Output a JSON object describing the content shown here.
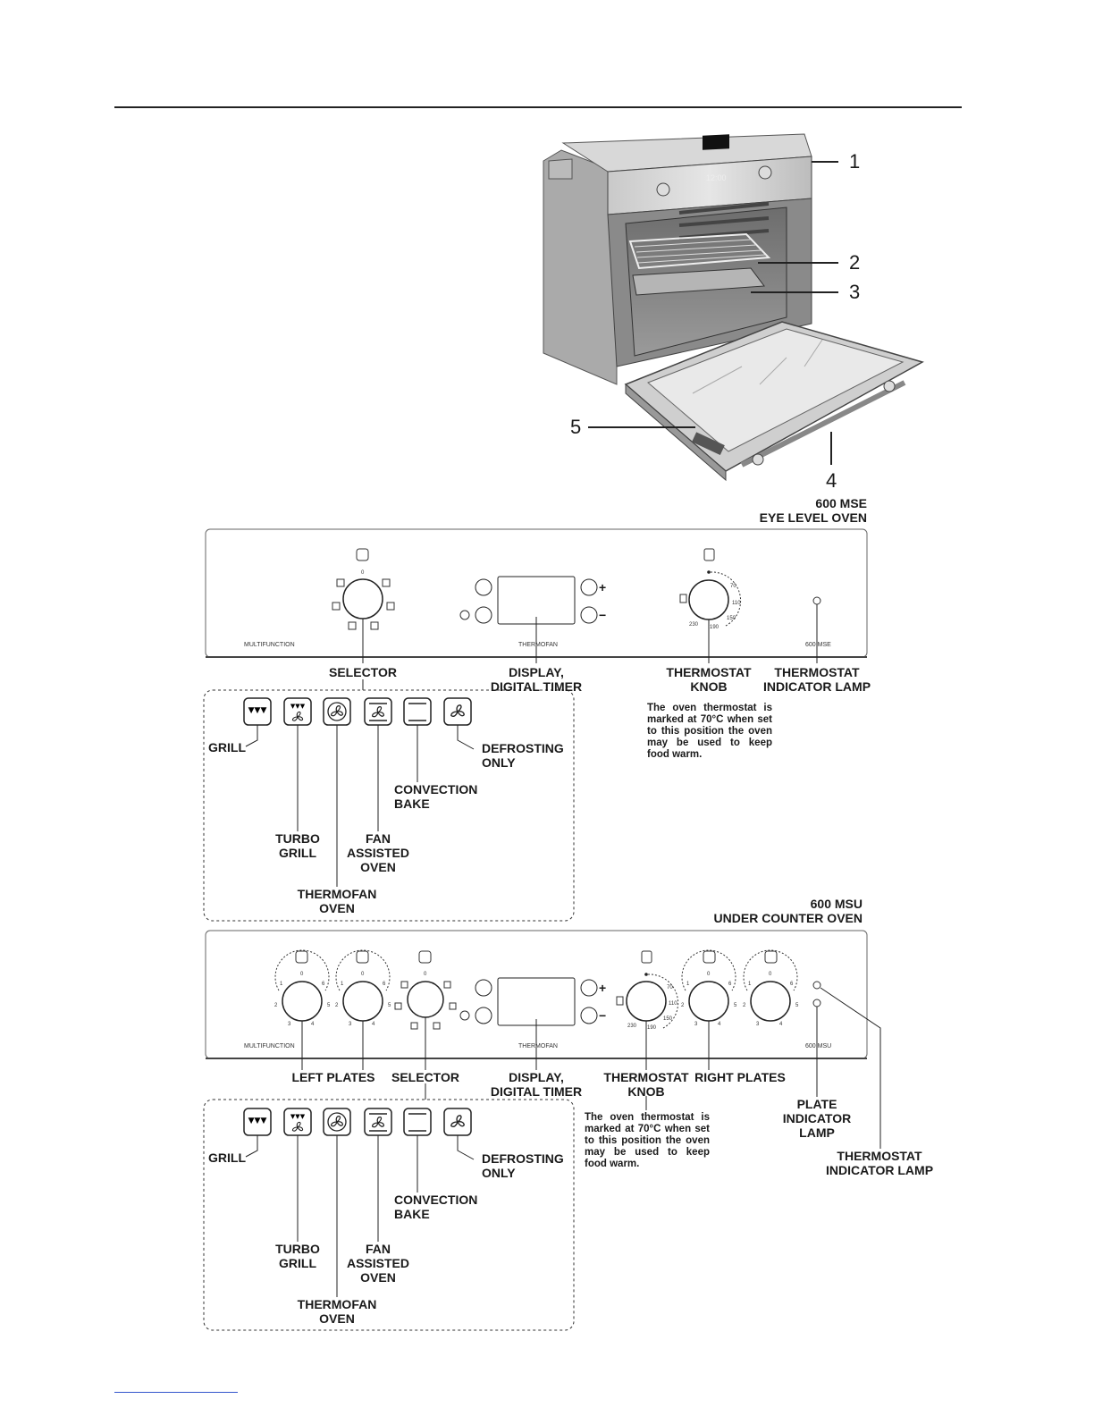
{
  "oven_callouts": [
    "1",
    "2",
    "3",
    "4",
    "5"
  ],
  "mse": {
    "heading": "600 MSE\nEYE LEVEL OVEN",
    "panel": {
      "left_text": "MULTIFUNCTION",
      "center_text": "THERMOFAN",
      "right_text": "600 MSE",
      "selector_zero": "0",
      "thermo_scale": [
        "70",
        "110",
        "150",
        "190",
        "230"
      ],
      "plus": "+",
      "minus": "−"
    },
    "labels": {
      "selector": "SELECTOR",
      "display": "DISPLAY,\nDIGITAL TIMER",
      "thermostat_knob": "THERMOSTAT\nKNOB",
      "thermostat_lamp": "THERMOSTAT\nINDICATOR LAMP"
    },
    "note": "The oven thermostat is marked at 70°C when set to this position the oven may be used to keep food warm.",
    "functions": {
      "grill": "GRILL",
      "turbo_grill": "TURBO\nGRILL",
      "thermofan_oven": "THERMOFAN\nOVEN",
      "fan_assisted_oven": "FAN\nASSISTED\nOVEN",
      "convection_bake": "CONVECTION\nBAKE",
      "defrosting_only": "DEFROSTING\nONLY"
    }
  },
  "msu": {
    "heading": "600 MSU\nUNDER COUNTER OVEN",
    "panel": {
      "left_text": "MULTIFUNCTION",
      "center_text": "THERMOFAN",
      "right_text": "600 MSU",
      "plate_scale": [
        "0",
        "1",
        "2",
        "3",
        "4",
        "5",
        "6"
      ],
      "selector_zero": "0",
      "thermo_scale": [
        "70",
        "110",
        "150",
        "190",
        "230"
      ],
      "plus": "+",
      "minus": "−"
    },
    "labels": {
      "left_plates": "LEFT PLATES",
      "selector": "SELECTOR",
      "display": "DISPLAY,\nDIGITAL TIMER",
      "thermostat_knob": "THERMOSTAT\nKNOB",
      "right_plates": "RIGHT PLATES",
      "plate_lamp": "PLATE\nINDICATOR\nLAMP",
      "thermostat_lamp": "THERMOSTAT\nINDICATOR LAMP"
    },
    "note": "The oven thermostat is marked at 70°C when set to this position the oven may be used to keep food warm.",
    "functions": {
      "grill": "GRILL",
      "turbo_grill": "TURBO\nGRILL",
      "thermofan_oven": "THERMOFAN\nOVEN",
      "fan_assisted_oven": "FAN\nASSISTED\nOVEN",
      "convection_bake": "CONVECTION\nBAKE",
      "defrosting_only": "DEFROSTING\nONLY"
    }
  },
  "display_readout": "12:00"
}
